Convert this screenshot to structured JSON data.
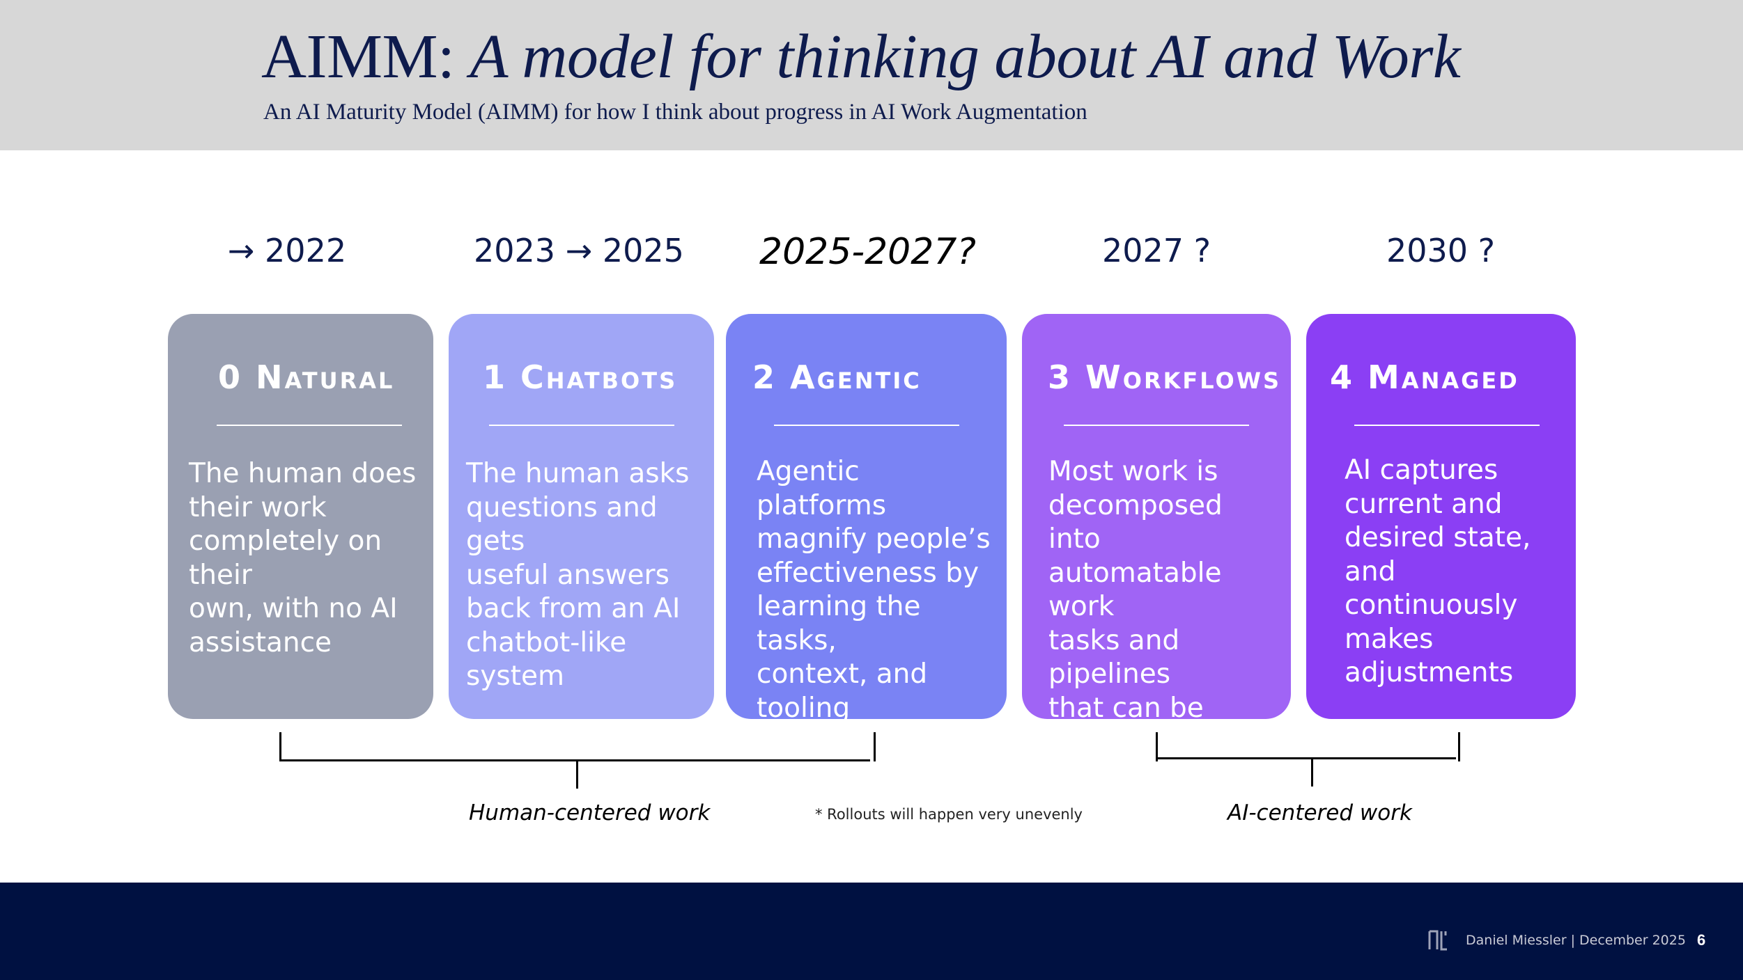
{
  "slide": {
    "title_prefix": "AIMM: ",
    "title_italic": "A model for thinking about AI and Work",
    "subtitle": "An AI Maturity Model (AIMM) for how I think about progress in AI Work Augmentation"
  },
  "timeline": [
    {
      "label": "→ 2022"
    },
    {
      "label": "2023 → 2025"
    },
    {
      "label": "2025-2027?"
    },
    {
      "label": "2027 ?"
    },
    {
      "label": "2030 ?"
    }
  ],
  "cards": [
    {
      "title": "0 Natural",
      "text": "The human does\ntheir work\ncompletely on their\nown, with no AI\nassistance",
      "color": "#9aa0b2"
    },
    {
      "title": "1 Chatbots",
      "text": "The human asks\nquestions and gets\nuseful  answers\nback from an AI\nchatbot-like\nsystem",
      "color": "#a0a6f6"
    },
    {
      "title": "2  Agentic",
      "text": "Agentic platforms\nmagnify people’s\neffectiveness by\nlearning the tasks,\ncontext, and\ntooling",
      "color": "#7a83f4"
    },
    {
      "title": "3  Workflows",
      "text": "Most work is\ndecomposed into\nautomatable work\ntasks and pipelines\nthat can be\nconsistently\nexecuted by AI",
      "color": "#a064f5"
    },
    {
      "title": "4 Managed",
      "text": "AI captures\ncurrent and\ndesired state,\nand continuously\nmakes\nadjustments",
      "color": "#8b3ff4"
    }
  ],
  "groups": {
    "human": "Human-centered work",
    "ai": "AI-centered work",
    "note": "* Rollouts will happen very unevenly"
  },
  "footer": {
    "author": "Daniel Miessler |  December 2025",
    "page": "6",
    "logo_icon": "dm-logo-icon",
    "background": "#001141"
  }
}
